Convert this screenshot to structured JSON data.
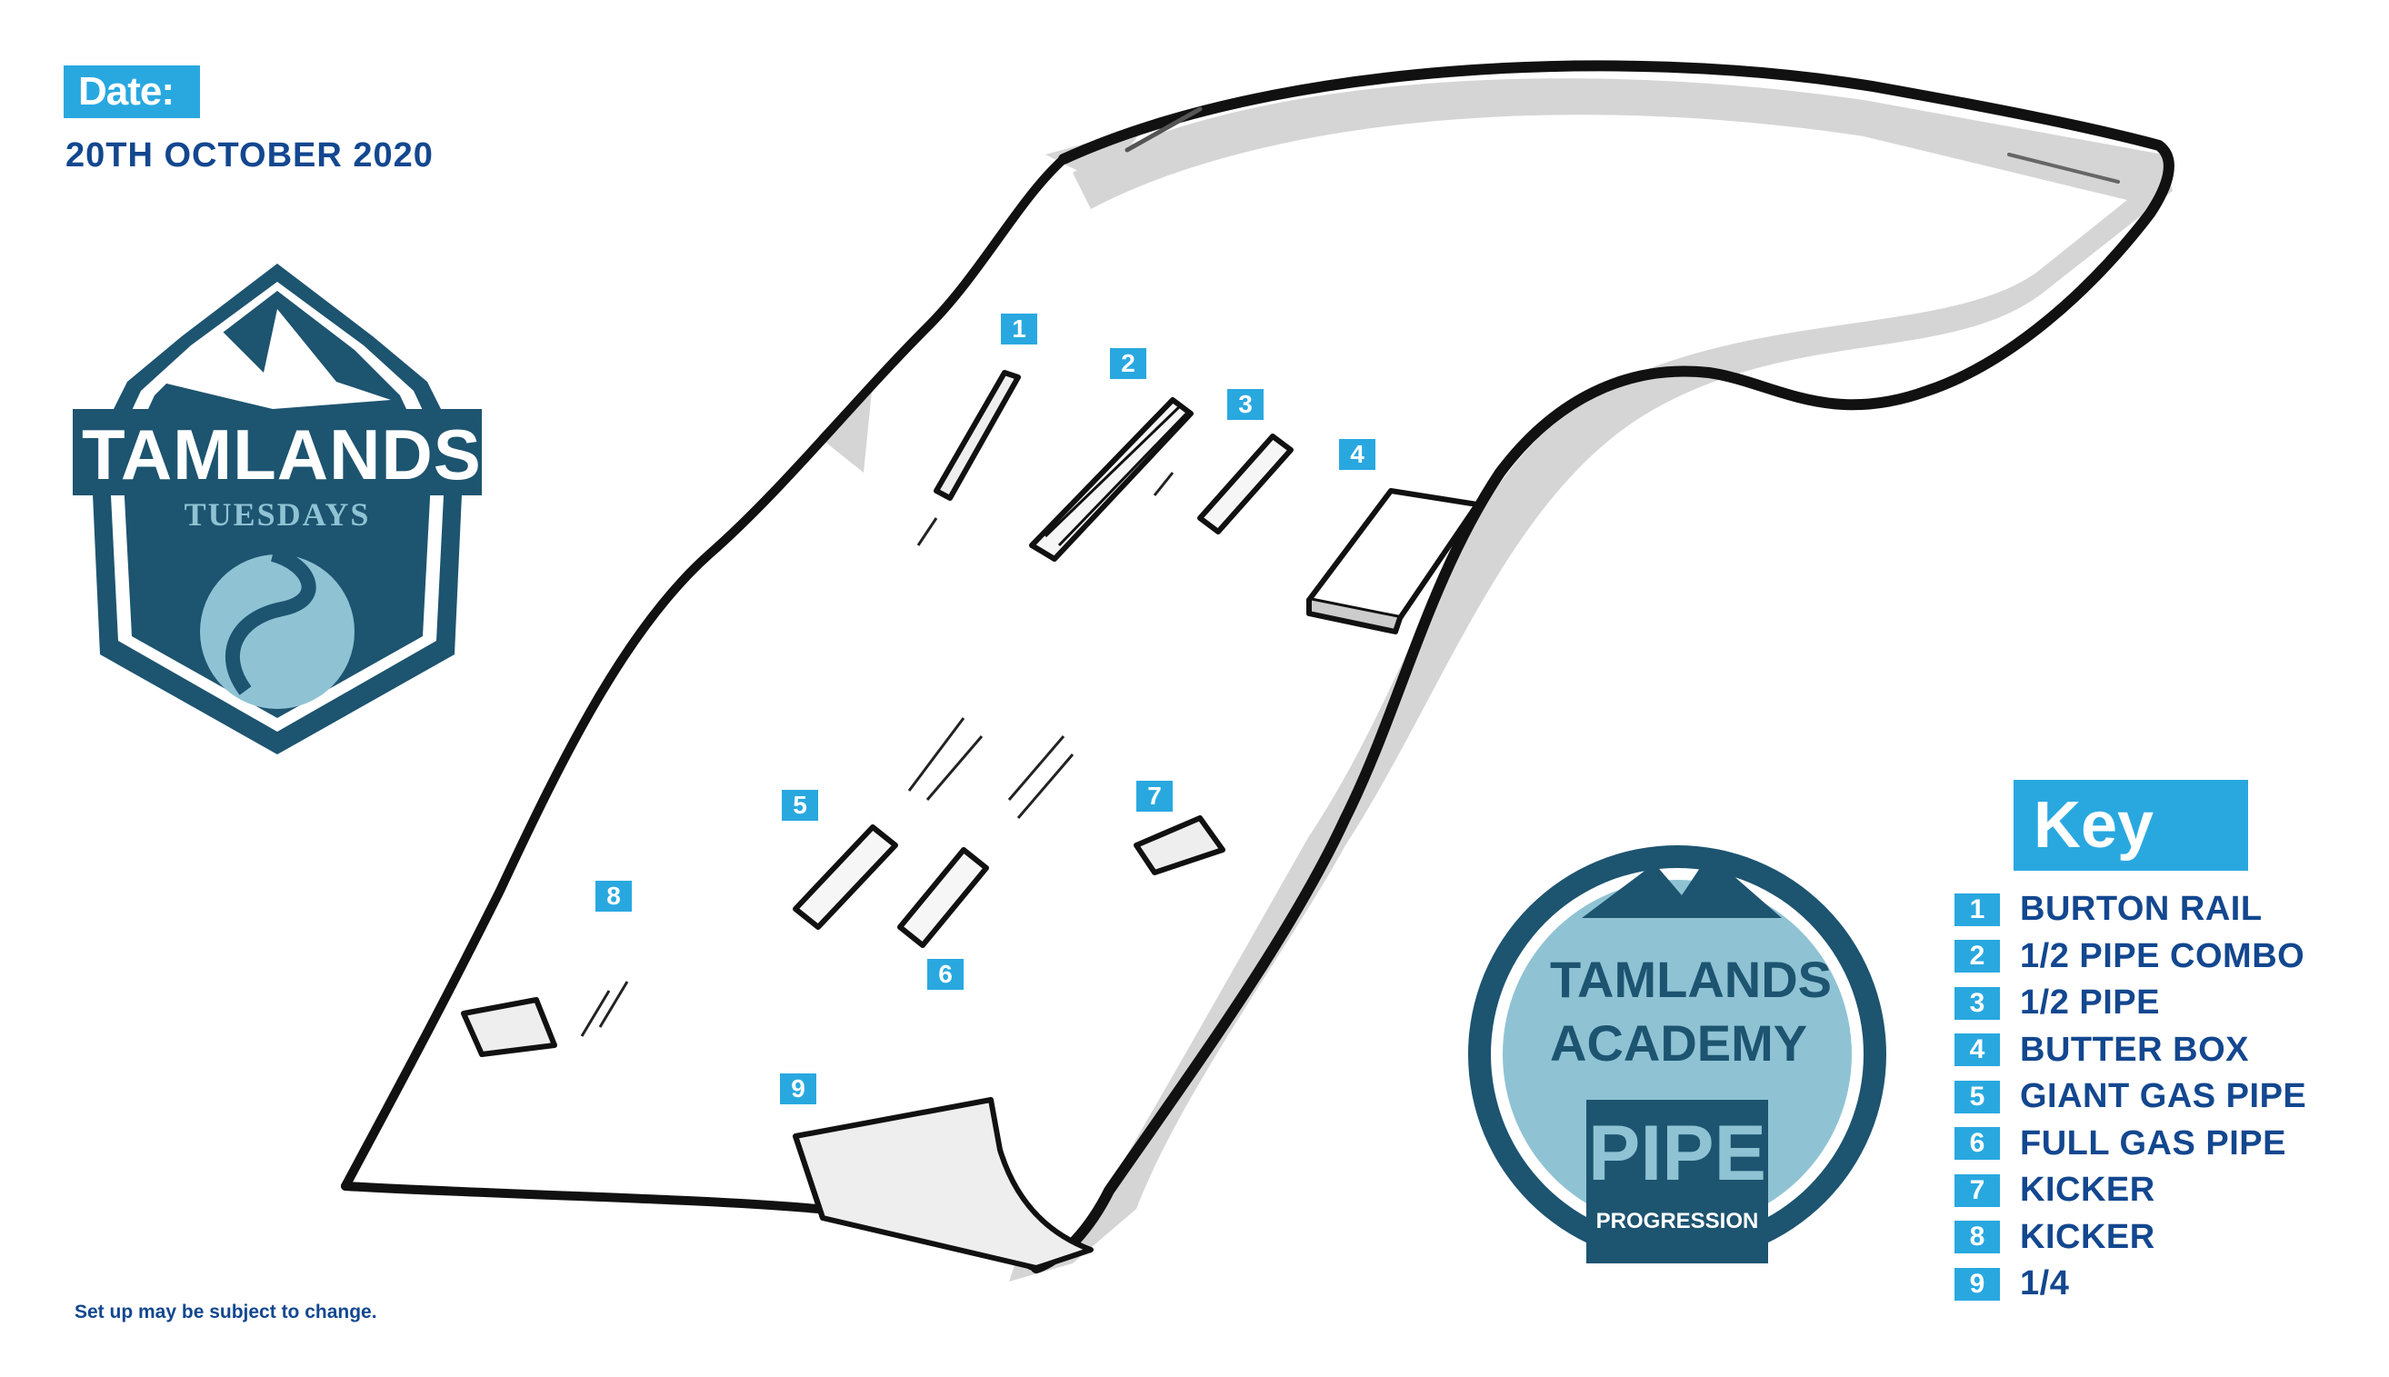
{
  "header": {
    "date_label": "Date:",
    "date_value": "20TH OCTOBER 2020"
  },
  "logos": {
    "tuesdays_line1": "TAMLANDS",
    "tuesdays_line2": "TUESDAYS",
    "academy_line1": "TAMLANDS",
    "academy_line2": "ACADEMY",
    "academy_line3": "PIPE",
    "academy_line4": "PROGRESSION"
  },
  "map": {
    "markers": [
      {
        "number": "1",
        "feature": "BURTON RAIL"
      },
      {
        "number": "2",
        "feature": "1/2 PIPE COMBO"
      },
      {
        "number": "3",
        "feature": "1/2 PIPE"
      },
      {
        "number": "4",
        "feature": "BUTTER BOX"
      },
      {
        "number": "5",
        "feature": "GIANT GAS PIPE"
      },
      {
        "number": "6",
        "feature": "FULL GAS PIPE"
      },
      {
        "number": "7",
        "feature": "KICKER"
      },
      {
        "number": "8",
        "feature": "KICKER"
      },
      {
        "number": "9",
        "feature": "1/4"
      }
    ]
  },
  "legend": {
    "title": "Key"
  },
  "footer": {
    "disclaimer": "Set up may be subject to change."
  },
  "colors": {
    "brand_blue": "#29a8e0",
    "navy": "#13478f",
    "logo_dark": "#1d5470",
    "logo_light": "#8fc3d4"
  }
}
